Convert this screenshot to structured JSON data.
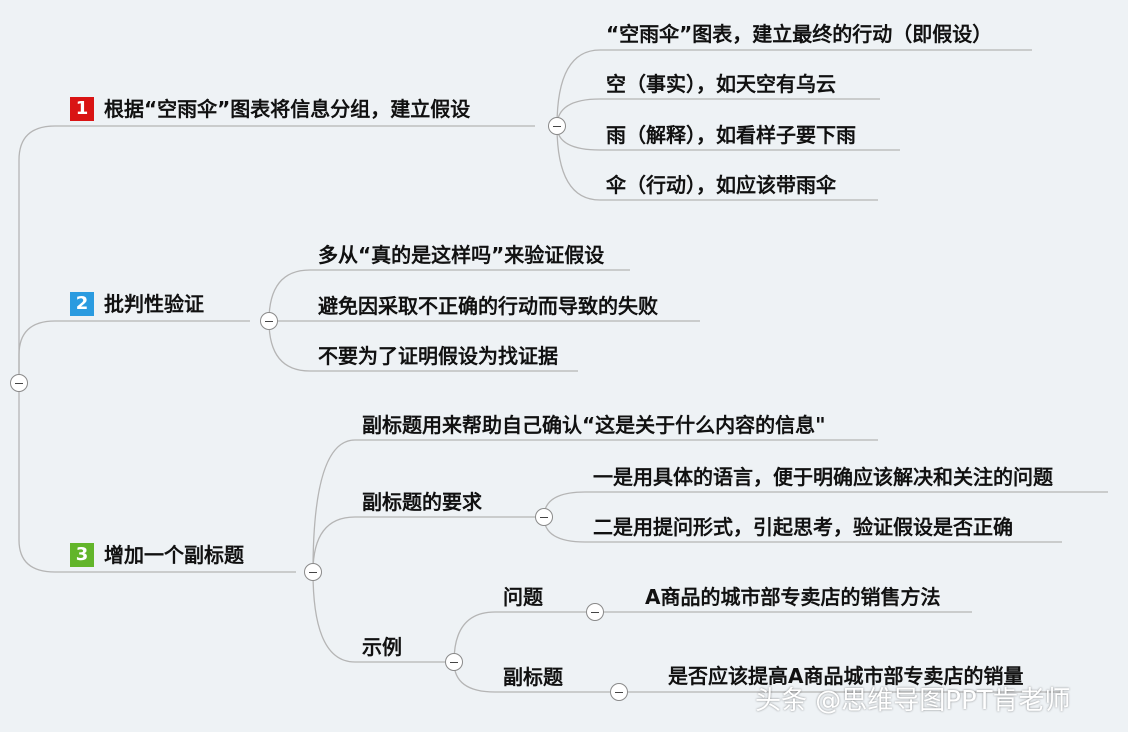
{
  "mindmap": {
    "branch1": {
      "badge": "1",
      "title": "根据“空雨伞”图表将信息分组，建立假设",
      "children": [
        "“空雨伞”图表，建立最终的行动（即假设）",
        "空（事实），如天空有乌云",
        "雨（解释），如看样子要下雨",
        "伞（行动），如应该带雨伞"
      ]
    },
    "branch2": {
      "badge": "2",
      "title": "批判性验证",
      "children": [
        "多从“真的是这样吗”来验证假设",
        "避免因采取不正确的行动而导致的失败",
        "不要为了证明假设为找证据"
      ]
    },
    "branch3": {
      "badge": "3",
      "title": "增加一个副标题",
      "item1": "副标题用来帮助自己确认“这是关于什么内容的信息\"",
      "requirements": {
        "label": "副标题的要求",
        "children": [
          "一是用具体的语言，便于明确应该解决和关注的问题",
          "二是用提问形式，引起思考，验证假设是否正确"
        ]
      },
      "example": {
        "label": "示例",
        "question_label": "问题",
        "question": "A商品的城市部专卖店的销售方法",
        "subtitle_label": "副标题",
        "subtitle": "是否应该提高A商品城市部专卖店的销量"
      }
    }
  },
  "watermark": "头条 @思维导图PPT肯老师",
  "colors": {
    "badge1": "#d91414",
    "badge2": "#2a9be0",
    "badge3": "#62b52a",
    "lines": "#b5b5b5"
  }
}
